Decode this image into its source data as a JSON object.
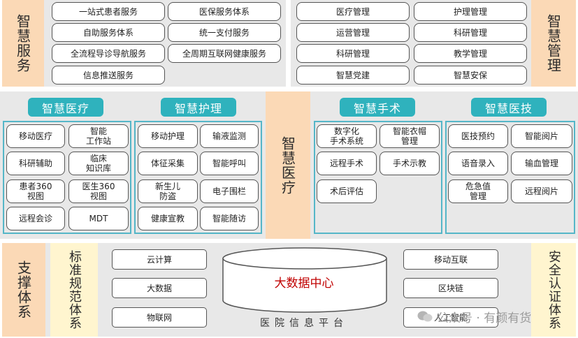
{
  "top_left": {
    "label": "智慧服务",
    "items": [
      "一站式患者服务",
      "医保服务体系",
      "自助服务体系",
      "统一支付服务",
      "全流程导诊导航服务",
      "全周期互联网健康服务",
      "信息推送服务"
    ]
  },
  "top_right": {
    "label": "智慧管理",
    "items": [
      "医疗管理",
      "护理管理",
      "运营管理",
      "科研管理",
      "科研管理",
      "教学管理",
      "智慧党建",
      "智慧安保"
    ]
  },
  "middle": {
    "center_label": "智慧医疗",
    "groups": [
      {
        "title": "智慧医疗",
        "items": [
          "移动医疗",
          "智能\n工作站",
          "科研辅助",
          "临床\n知识库",
          "患者360\n视图",
          "医生360\n视图",
          "远程会诊",
          "MDT"
        ]
      },
      {
        "title": "智慧护理",
        "items": [
          "移动护理",
          "输液监测",
          "体征采集",
          "智能呼叫",
          "新生儿\n防盗",
          "电子围栏",
          "健康宣教",
          "智能随访"
        ]
      },
      {
        "title": "智慧手术",
        "items": [
          "数字化\n手术系统",
          "智能衣帽\n管理",
          "远程手术",
          "手术示教",
          "术后评估"
        ]
      },
      {
        "title": "智慧医技",
        "items": [
          "医技预约",
          "智能阅片",
          "语音录入",
          "输血管理",
          "危急值\n管理",
          "远程阅片"
        ]
      }
    ]
  },
  "bottom": {
    "support_label": "支撑体系",
    "standard_label": "标准规范体系",
    "security_label": "安全认证体系",
    "left_items": [
      "云计算",
      "大数据",
      "物联网"
    ],
    "right_items": [
      "移动互联",
      "区块链",
      "人工智能"
    ],
    "center": "大数据中心",
    "platform": "医院信息平台"
  },
  "watermark": "公众号 · 有颜有货",
  "colors": {
    "accent": "#2fb2bd",
    "peach": "#fbd9b6",
    "cream": "#fff5cf",
    "panel": "#e8e8e8",
    "center_text": "#c00000"
  }
}
